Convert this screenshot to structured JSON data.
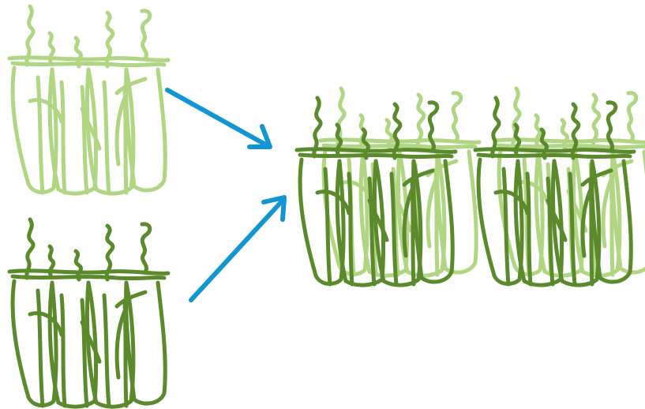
{
  "colors": {
    "background": "#ffffff",
    "light_plant": "#b1d683",
    "dark_plant": "#5b8a2c",
    "arrow": "#1296d3"
  },
  "elements": {
    "top_left": "light-green-plant-cluster",
    "bottom_left": "dark-green-plant-cluster",
    "right": "mixed-plant-clusters",
    "arrows": "arrow-right-icon"
  }
}
